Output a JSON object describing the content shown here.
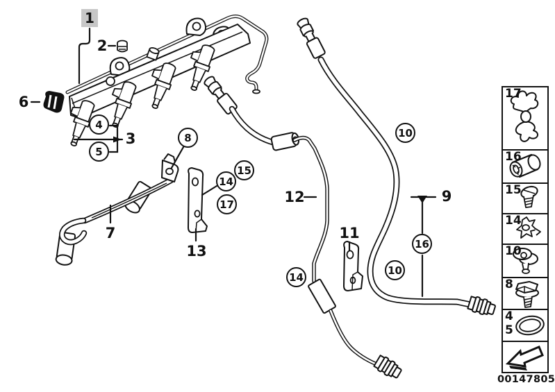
{
  "diagram": {
    "title_hint": "fuel-injection-rail-and-fuel-lines-parts-diagram",
    "part_number": "00147805",
    "background": "#ffffff",
    "line_color": "#111111",
    "highlight_bg": "#c7c7c7",
    "highlighted_callout": "1"
  },
  "callouts": {
    "c1": "1",
    "c2": "2",
    "c3": "3",
    "c4": "4",
    "c5": "5",
    "c6": "6",
    "c7": "7",
    "c8": "8",
    "c9": "9",
    "c10a": "10",
    "c10b": "10",
    "c11": "11",
    "c12": "12",
    "c13": "13",
    "c14a": "14",
    "c14b": "14",
    "c15": "15",
    "c16": "16",
    "c17": "17"
  },
  "sidebar": {
    "items": [
      {
        "label": "17",
        "icon": "spring-clip-icon"
      },
      {
        "label": "16",
        "icon": "sleeve-icon"
      },
      {
        "label": "15",
        "icon": "screw-icon"
      },
      {
        "label": "14",
        "icon": "grommet-clip-icon"
      },
      {
        "label": "10",
        "icon": "valve-fitting-icon"
      },
      {
        "label": "8",
        "icon": "flange-bolt-icon"
      },
      {
        "labels": [
          "4",
          "5"
        ],
        "icon": "o-ring-icon"
      },
      {
        "icon": "direction-arrow-icon"
      }
    ],
    "part_number": "00147805"
  }
}
